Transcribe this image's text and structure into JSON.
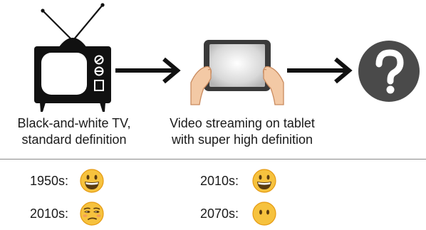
{
  "stages": [
    {
      "icon": "tv-icon",
      "caption_line1": "Black-and-white TV,",
      "caption_line2": "standard definition"
    },
    {
      "icon": "tablet-icon",
      "caption_line1": "Video streaming on tablet",
      "caption_line2": "with super high definition"
    },
    {
      "icon": "question-mark-icon"
    }
  ],
  "arrows": [
    "right-arrow-icon",
    "right-arrow-icon"
  ],
  "comparisons": [
    {
      "rows": [
        {
          "label": "1950s:",
          "emoji": "grinning-face-icon"
        },
        {
          "label": "2010s:",
          "emoji": "unamused-face-icon"
        }
      ]
    },
    {
      "rows": [
        {
          "label": "2010s:",
          "emoji": "grinning-face-icon"
        },
        {
          "label": "2070s:",
          "emoji": "face-without-mouth-icon"
        }
      ]
    }
  ],
  "colors": {
    "ink": "#111111",
    "question_circle": "#4a4a4a",
    "emoji_yellow": "#f6c23e",
    "emoji_outline": "#e59a12",
    "skin": "#f3c9a5",
    "divider": "#888888"
  }
}
